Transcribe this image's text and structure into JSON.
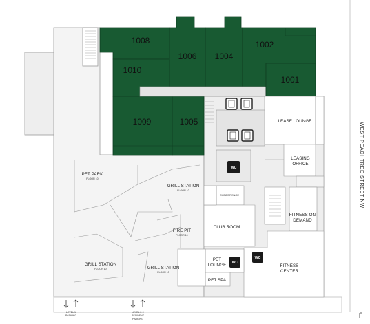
{
  "colors": {
    "leased_unit": "#185a32",
    "amenity_area": "#e9e9e9",
    "outline": "#9a9a9a",
    "icon_dark": "#1a1a1a"
  },
  "units": [
    {
      "id": "1008",
      "label": "1008"
    },
    {
      "id": "1010",
      "label": "1010"
    },
    {
      "id": "1006",
      "label": "1006"
    },
    {
      "id": "1004",
      "label": "1004"
    },
    {
      "id": "1002",
      "label": "1002"
    },
    {
      "id": "1001",
      "label": "1001"
    },
    {
      "id": "1009",
      "label": "1009"
    },
    {
      "id": "1005",
      "label": "1005"
    }
  ],
  "spaces": {
    "lease_lounge": "LEASE LOUNGE",
    "leasing_office_1": "LEASING",
    "leasing_office_2": "OFFICE",
    "conference": "CONFERENCE",
    "club_room": "CLUB ROOM",
    "fitness_on_demand_1": "FITNESS ON",
    "fitness_on_demand_2": "DEMAND",
    "fitness_center_1": "FITNESS",
    "fitness_center_2": "CENTER",
    "pet_lounge_1": "PET",
    "pet_lounge_2": "LOUNGE",
    "pet_spa": "PET SPA"
  },
  "outdoor": {
    "pet_park": "PET PARK",
    "pet_park_floor": "FLOOR 10",
    "grill_station_top": "GRILL STATION",
    "grill_station_top_floor": "FLOOR 10",
    "fire_pit": "FIRE PIT",
    "fire_pit_floor": "FLOOR 10",
    "grill_station_left": "GRILL STATION",
    "grill_station_left_floor": "FLOOR 10",
    "grill_station_mid": "GRILL STATION",
    "grill_station_mid_floor": "FLOOR 10"
  },
  "restrooms": {
    "wc_1": "WC",
    "wc_2": "WC",
    "wc_3": "WC"
  },
  "parking": {
    "level1_a": "LEVEL 1",
    "level1_b": "PARKING",
    "level2_a": "LEVEL 2-9",
    "level2_b": "RESIDENT",
    "level2_c": "PARKING"
  },
  "street": {
    "name": "WEST PEACHTREE STREET NW"
  },
  "icons": {
    "elevator": "elevator-icon",
    "restroom": "wc-icon",
    "stairs": "stairs-icon",
    "parking_arrows": "parking-arrow-icon",
    "compass": "north-arrow-icon"
  }
}
